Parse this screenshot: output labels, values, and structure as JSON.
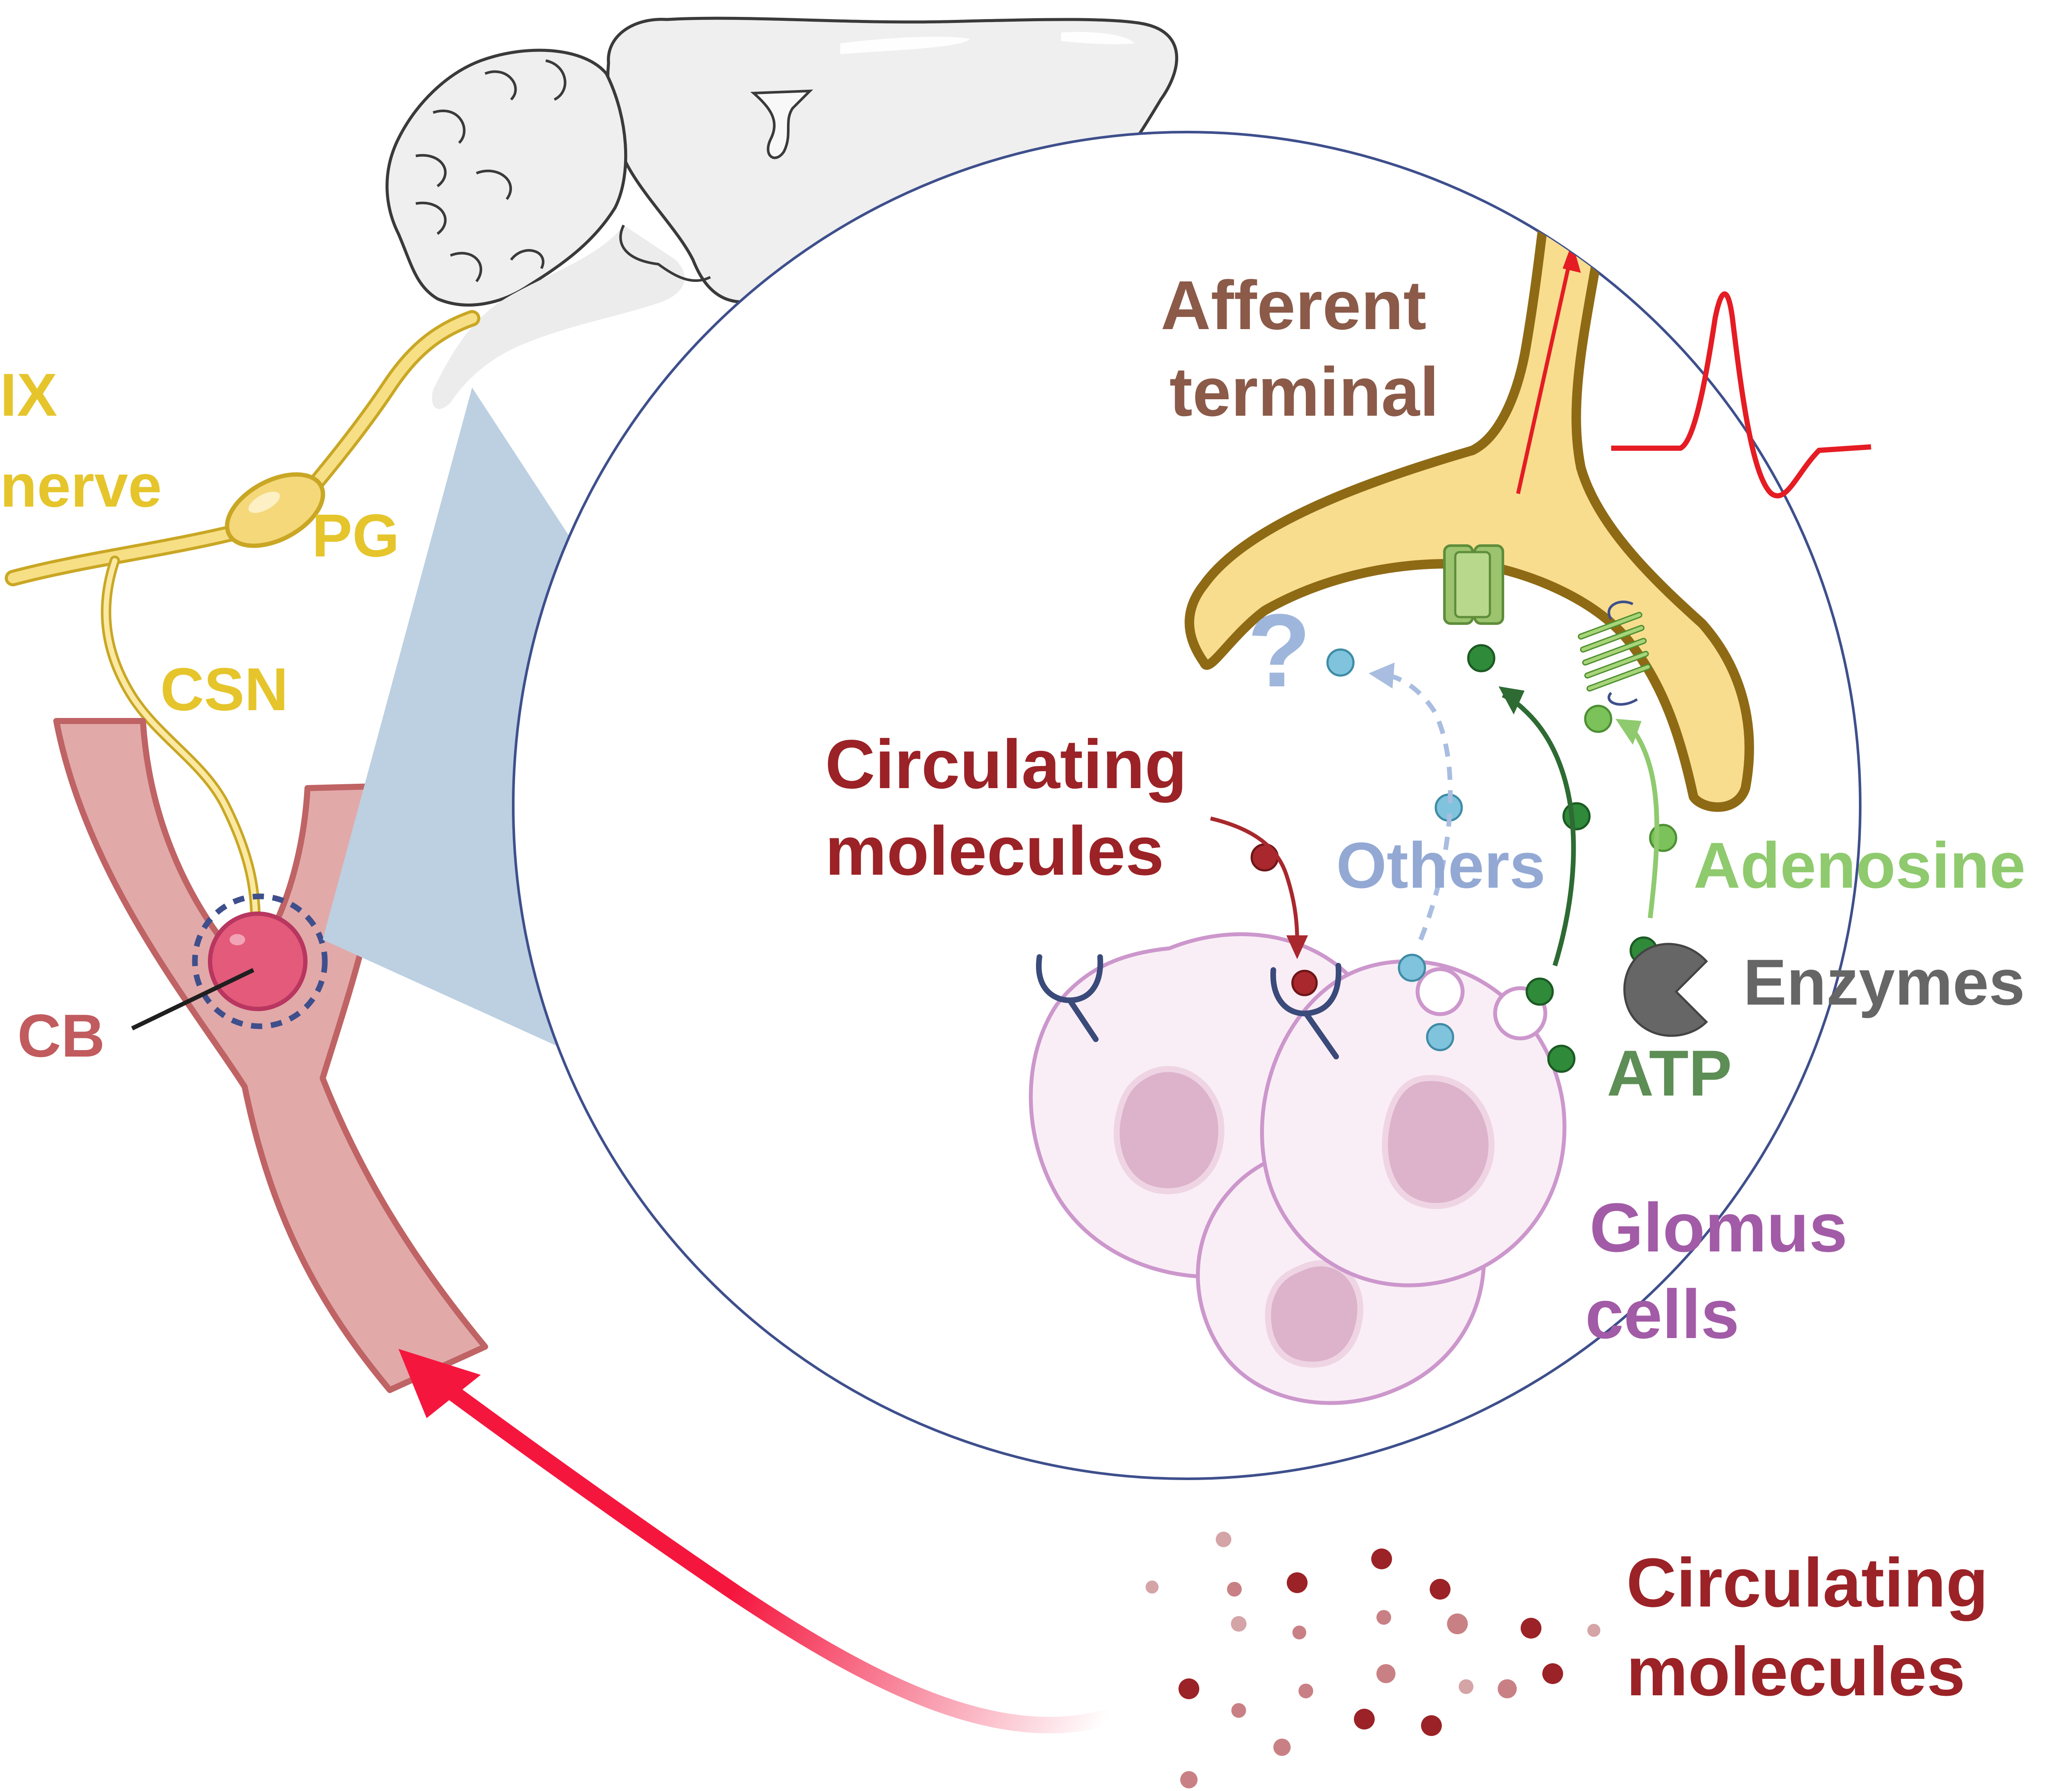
{
  "labels": {
    "ix_line1": "IX",
    "ix_line2": "nerve",
    "pg": "PG",
    "csn": "CSN",
    "cb": "CB",
    "afferent_line1": "Afferent",
    "afferent_line2": "terminal",
    "circ_inset_line1": "Circulating",
    "circ_inset_line2": "molecules",
    "question": "?",
    "others": "Others",
    "adenosine": "Adenosine",
    "enzymes": "Enzymes",
    "atp": "ATP",
    "glomus_line1": "Glomus",
    "glomus_line2": "cells",
    "circ_bottom_line1": "Circulating",
    "circ_bottom_line2": "molecules"
  },
  "colors": {
    "nerve": "#e5c52b",
    "vessel_fill": "#e2a9a9",
    "vessel_stroke": "#bf6365",
    "carotid_body": "#e35a7a",
    "afferent_text": "#8b5a48",
    "circulating": "#9b2226",
    "others": "#93a9d4",
    "adenosine": "#8fca6e",
    "atp": "#3a7d3c",
    "enzymes": "#666666",
    "glomus_text": "#a25ba6",
    "glomus_cell": "#faeef6",
    "glomus_nucleus": "#ddb3cc",
    "action_potential": "#e51c23",
    "big_arrow": "#f5163e"
  }
}
